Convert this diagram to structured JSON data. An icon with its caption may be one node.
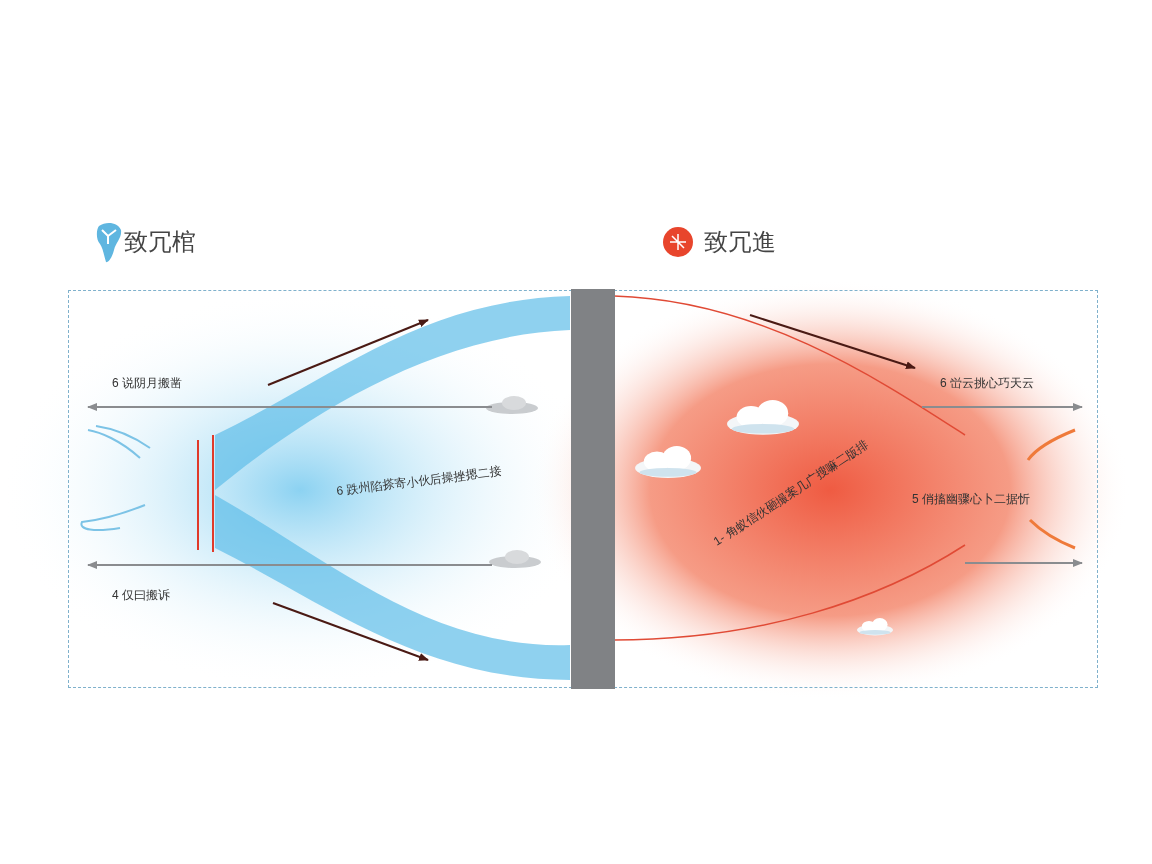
{
  "diagram": {
    "nodes": [
      {
        "text": [],
        "shape": "box"
      },
      {
        "text": [],
        "shape": "bar",
        "in": 0
      }
    ],
    "edges": [],
    "labels": [
      "致冗棺",
      "致冗進",
      "6 说阴月搬凿",
      "6 峃云挑心巧天云",
      "6 跌州陷搽寄小伙后操挫摁二接",
      "1- 角蚁信伙砸撮案几广搜嘛二版排",
      "5 俏搐幽骤心卜二据忻",
      "4 仅曰搬诉"
    ]
  }
}
